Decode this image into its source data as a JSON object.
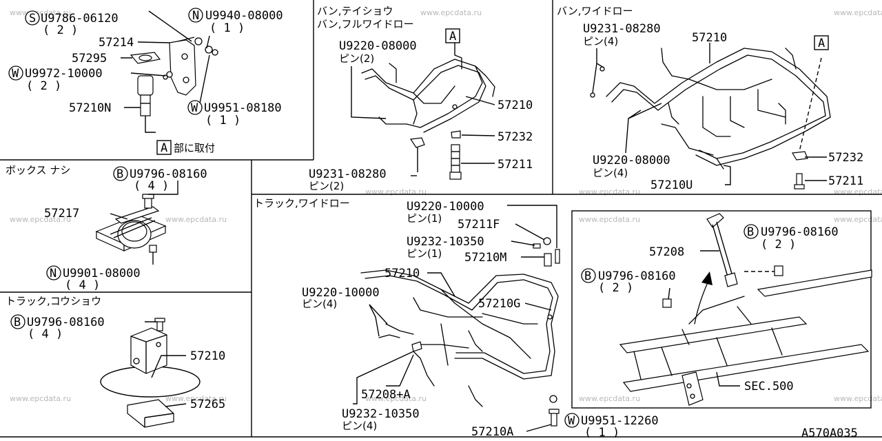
{
  "sheet_code": "A570A035",
  "watermark": "www.epcdata.ru",
  "callout_box_letter": "A",
  "panel_top_left": {
    "parts": [
      {
        "prefix": "S",
        "code": "U9786-06120",
        "qty": "( 2 )"
      },
      {
        "prefix": "N",
        "code": "U9940-08000",
        "qty": "( 1 )"
      },
      {
        "prefix": "",
        "code": "57214",
        "qty": ""
      },
      {
        "prefix": "",
        "code": "57295",
        "qty": ""
      },
      {
        "prefix": "W",
        "code": "U9972-10000",
        "qty": "( 2 )"
      },
      {
        "prefix": "",
        "code": "57210N",
        "qty": ""
      },
      {
        "prefix": "W",
        "code": "U9951-08180",
        "qty": "( 1 )"
      }
    ],
    "attach_note": "部に取付"
  },
  "panel_van_standard": {
    "title_line1": "バン,テイショウ",
    "title_line2": "バン,フルワイドロー",
    "parts": [
      {
        "code": "U9220-08000",
        "sub": "ピン(2)"
      },
      {
        "code": "57210",
        "sub": ""
      },
      {
        "code": "57232",
        "sub": ""
      },
      {
        "code": "57211",
        "sub": ""
      },
      {
        "code": "U9231-08280",
        "sub": "ピン(2)"
      }
    ]
  },
  "panel_van_wide": {
    "title": "バン,ワイドロー",
    "parts": [
      {
        "code": "U9231-08280",
        "sub": "ピン(4)"
      },
      {
        "code": "57210",
        "sub": ""
      },
      {
        "code": "U9220-08000",
        "sub": "ピン(4)"
      },
      {
        "code": "57232",
        "sub": ""
      },
      {
        "code": "57210U",
        "sub": ""
      },
      {
        "code": "57211",
        "sub": ""
      }
    ]
  },
  "panel_box_none": {
    "title": "ボックス ナシ",
    "parts": [
      {
        "prefix": "B",
        "code": "U9796-08160",
        "qty": "( 4 )"
      },
      {
        "prefix": "",
        "code": "57217",
        "qty": ""
      },
      {
        "prefix": "N",
        "code": "U9901-08000",
        "qty": "( 4 )"
      }
    ]
  },
  "panel_truck_high": {
    "title": "トラック,コウショウ",
    "parts": [
      {
        "prefix": "B",
        "code": "U9796-08160",
        "qty": "( 4 )"
      },
      {
        "prefix": "",
        "code": "57210",
        "qty": ""
      },
      {
        "prefix": "",
        "code": "57265",
        "qty": ""
      }
    ]
  },
  "panel_truck_wide": {
    "title": "トラック,ワイドロー",
    "parts": [
      {
        "code": "U9220-10000",
        "sub": "ピン(1)"
      },
      {
        "code": "57211F",
        "sub": ""
      },
      {
        "code": "U9232-10350",
        "sub": "ピン(1)"
      },
      {
        "code": "57210M",
        "sub": ""
      },
      {
        "code": "57210",
        "sub": ""
      },
      {
        "code": "U9220-10000",
        "sub": "ピン(4)"
      },
      {
        "code": "57210G",
        "sub": ""
      },
      {
        "code": "57208+A",
        "sub": ""
      },
      {
        "code": "U9232-10350",
        "sub": "ピン(4)"
      },
      {
        "code": "57210A",
        "sub": ""
      },
      {
        "code": "U9951-12260",
        "sub": "( 1 )",
        "prefix": "W"
      }
    ]
  },
  "panel_detail": {
    "parts": [
      {
        "prefix": "B",
        "code": "U9796-08160",
        "qty": "( 2 )"
      },
      {
        "prefix": "",
        "code": "57208",
        "qty": ""
      },
      {
        "prefix": "B",
        "code": "U9796-08160",
        "qty": "( 2 )"
      },
      {
        "prefix": "",
        "code": "SEC.500",
        "qty": ""
      }
    ]
  }
}
